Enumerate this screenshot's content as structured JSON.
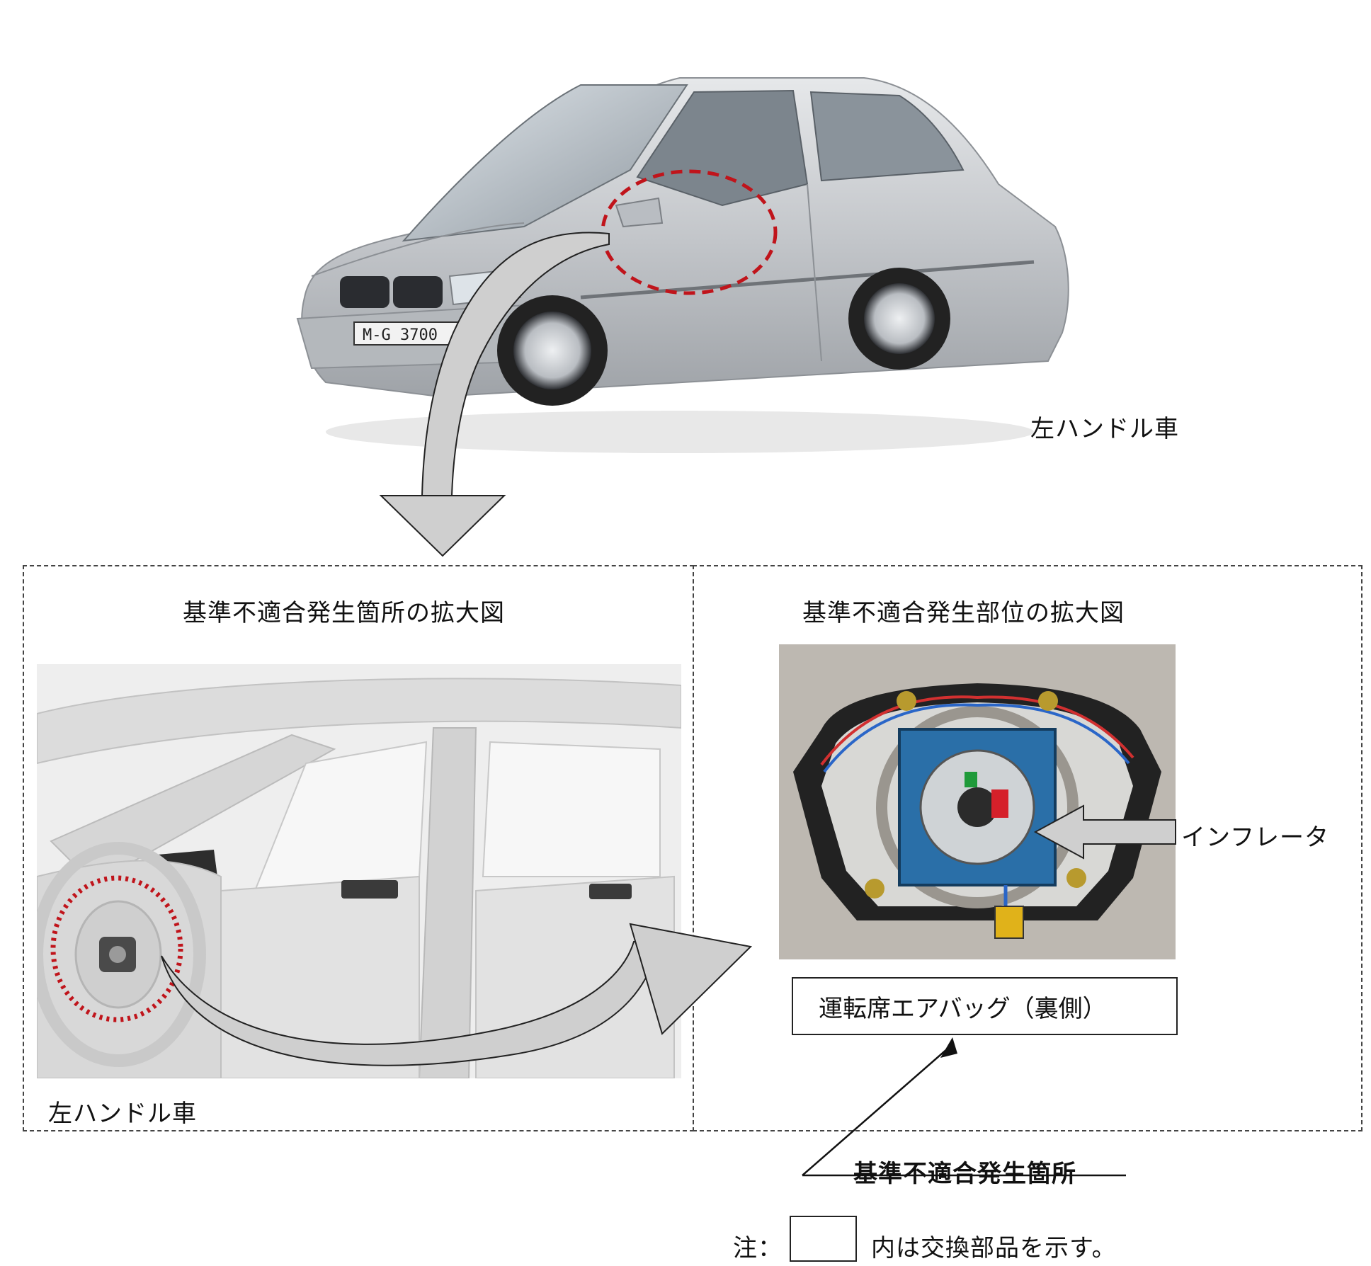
{
  "top": {
    "car_caption": "左ハンドル車",
    "plate_text": "M-G 3700"
  },
  "left_panel": {
    "heading": "基準不適合発生箇所の拡大図",
    "caption": "左ハンドル車"
  },
  "right_panel": {
    "heading": "基準不適合発生部位の拡大図",
    "inflator_label": "インフレータ",
    "part_label": "運転席エアバッグ（裏側）"
  },
  "callout": {
    "label": "基準不適合発生箇所"
  },
  "note": {
    "prefix": "注：",
    "suffix": "内は交換部品を示す。"
  },
  "colors": {
    "highlight_circle": "#c0141b",
    "arrow_fill": "#cfcfcf",
    "car_body": "#c8cbcf"
  }
}
